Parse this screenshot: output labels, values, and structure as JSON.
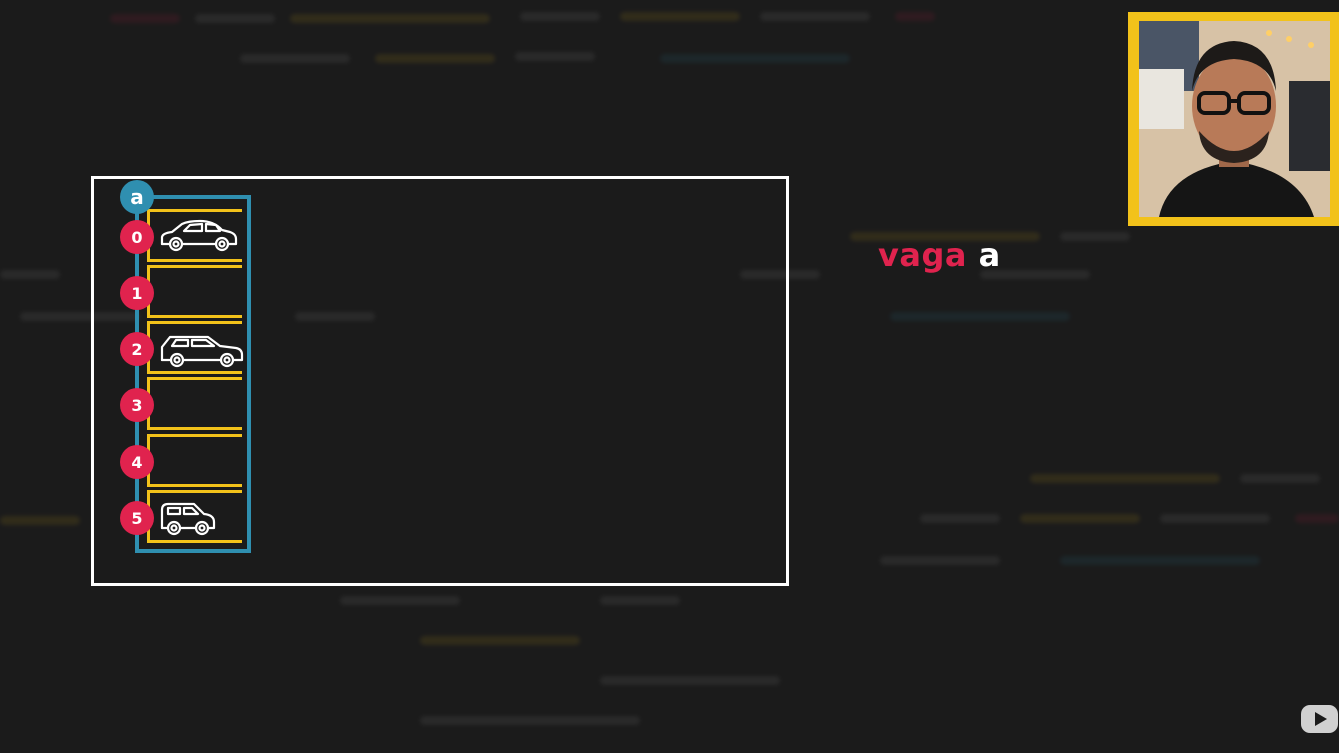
{
  "caption": {
    "keyword": "vaga",
    "variable": "a"
  },
  "array": {
    "name": "a",
    "slots": [
      {
        "index": "0",
        "vehicle": "sedan"
      },
      {
        "index": "1",
        "vehicle": "empty"
      },
      {
        "index": "2",
        "vehicle": "suv"
      },
      {
        "index": "3",
        "vehicle": "empty"
      },
      {
        "index": "4",
        "vehicle": "empty"
      },
      {
        "index": "5",
        "vehicle": "hatchback"
      }
    ]
  },
  "colors": {
    "background": "#1b1b1b",
    "badge_index": "#e0234e",
    "badge_array": "#2f8fb0",
    "slot_lines": "#f2c21a",
    "webcam_border": "#f2c21a",
    "frame": "#ffffff"
  },
  "webcam": {
    "icon": "presenter-video"
  },
  "watermark": {
    "icon": "youtube-logo-icon"
  }
}
